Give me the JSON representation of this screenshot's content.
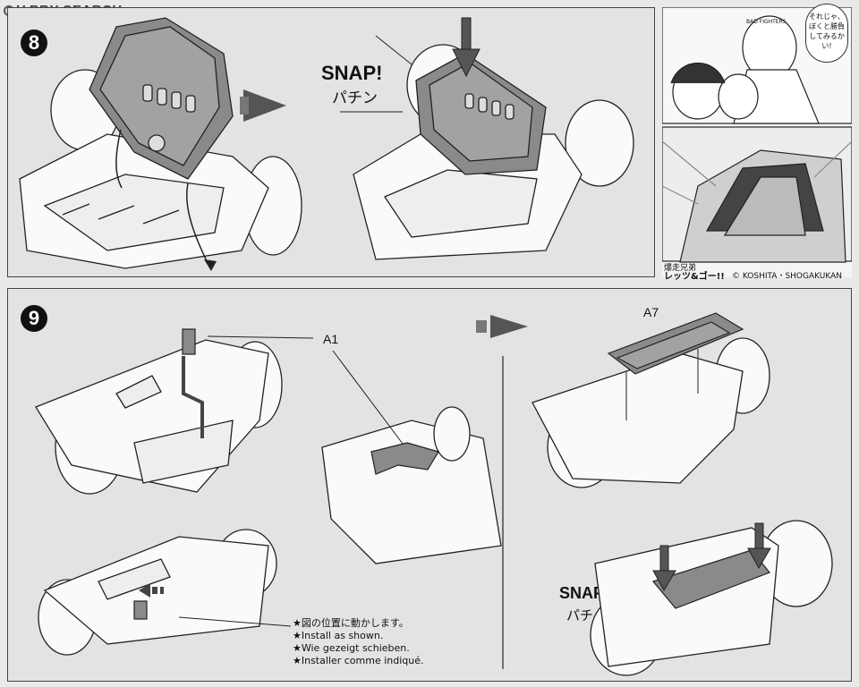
{
  "watermark": "H BBY SEARCH",
  "step8": {
    "number": "8",
    "snap": "SNAP!",
    "snap_jp": "パチン"
  },
  "step9": {
    "number": "9",
    "part_a1": "A1",
    "part_a7": "A7",
    "snap": "SNAP!",
    "snap_jp": "パチ",
    "note_jp": "★図の位置に動かします。",
    "note_en": "★Install as shown.",
    "note_de": "★Wie gezeigt schieben.",
    "note_fr": "★Installer comme indiqué."
  },
  "manga": {
    "speech": "それじゃ、ぼくと勝負してみるかい!",
    "title_small": "爆走兄弟",
    "title": "レッツ&ゴー!!",
    "credit": "© KOSHITA・SHOGAKUKAN",
    "cap_text": "BAD FIGHTERS"
  },
  "colors": {
    "panel": "#e3e3e3",
    "ink": "#111111",
    "part_fill": "#8a8a8a"
  }
}
